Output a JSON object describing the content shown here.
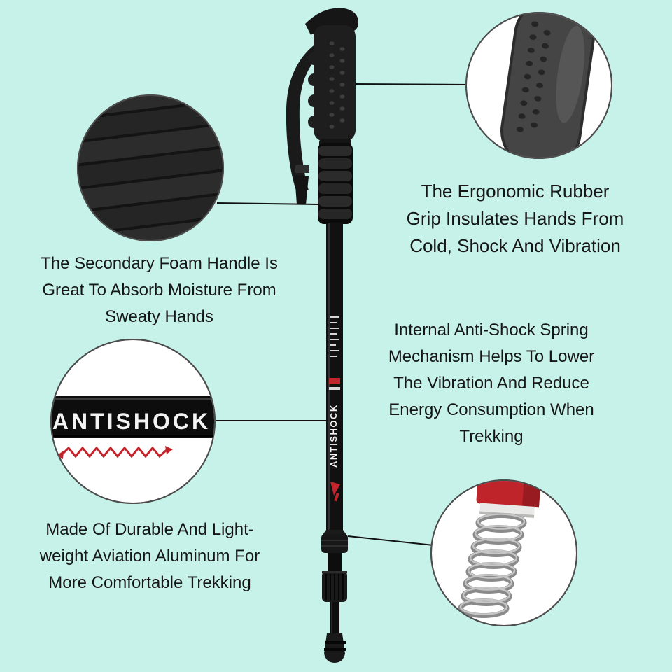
{
  "page": {
    "type": "product-infographic",
    "background_color": "#c6f2ea",
    "text_color": "#161616",
    "accent_red": "#c0242b"
  },
  "product": {
    "shaft_label": "ANTISHOCK",
    "closeup_label": "ANTISHOCK"
  },
  "callouts": {
    "foam_handle": "The Secondary Foam Handle Is\nGreat To Absorb Moisture From\nSweaty Hands",
    "rubber_grip": "The Ergonomic Rubber\nGrip Insulates Hands From\nCold, Shock And Vibration",
    "anti_shock": "Internal Anti-Shock Spring\nMechanism Helps To Lower\nThe Vibration And Reduce\nEnergy Consumption When\nTrekking",
    "aluminum": "Made Of Durable And Light-\nweight Aviation Aluminum For\nMore Comfortable Trekking"
  }
}
